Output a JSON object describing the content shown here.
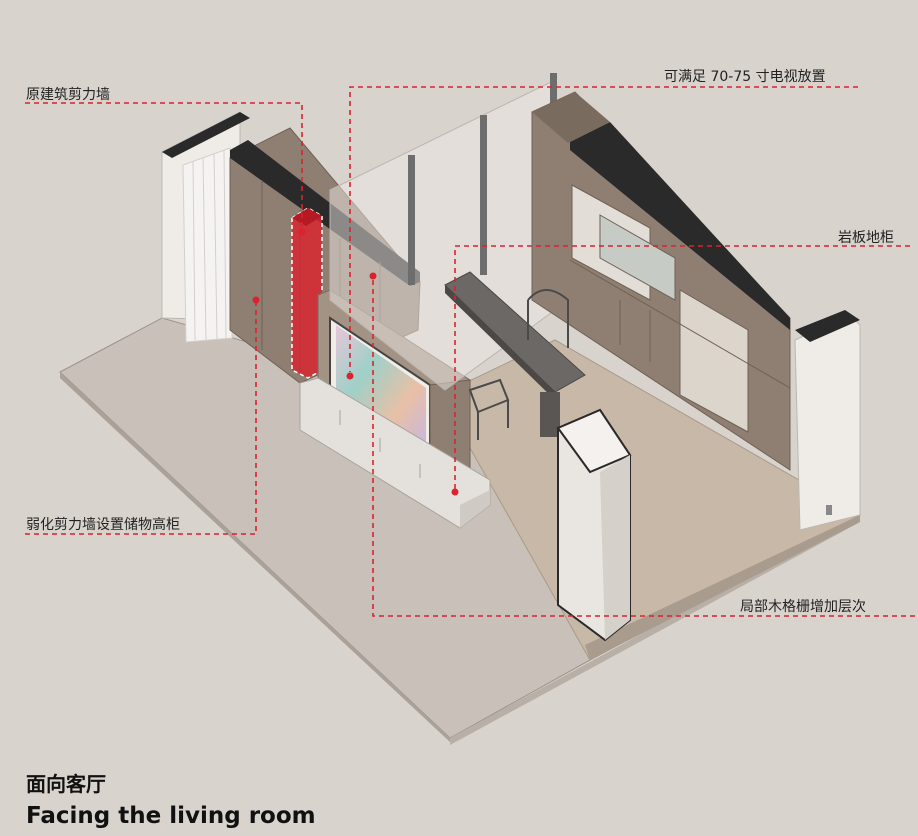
{
  "annotations": {
    "shear_wall": "原建筑剪力墙",
    "tv": "可满足 70-75 寸电视放置",
    "slate_cabinet": "岩板地柜",
    "storage": "弱化剪力墙设置储物高柜",
    "wood_grille": "局部木格栅增加层次"
  },
  "caption": {
    "title_zh": "面向客厅",
    "title_en": "Facing the living room"
  },
  "colors": {
    "background": "#d9d3cd",
    "accent_red": "#d9232e",
    "wall_dark": "#2b2a2a",
    "wood": "#8f7f72",
    "floor": "#c8b8a8"
  }
}
